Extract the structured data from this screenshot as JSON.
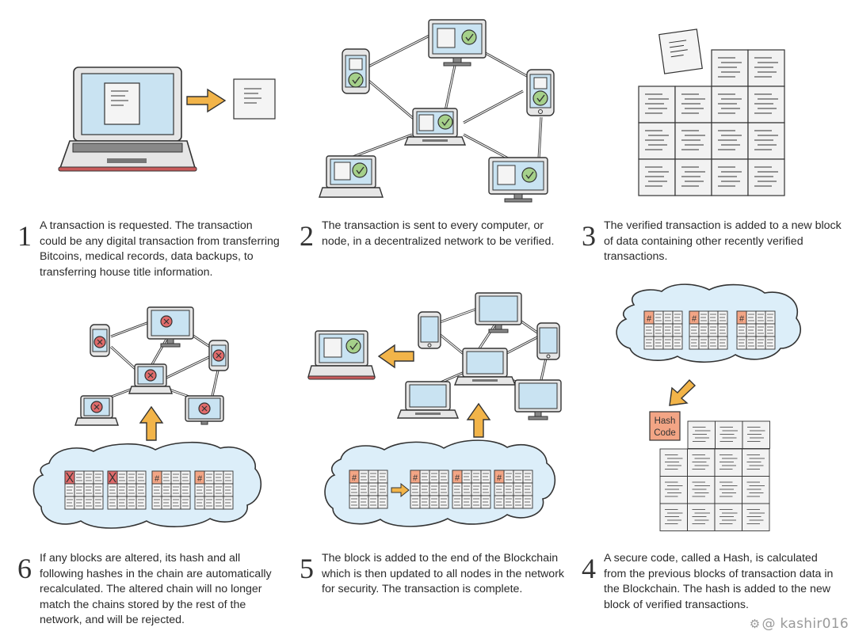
{
  "steps": [
    {
      "number": "1",
      "text": "A transaction is requested. The transaction could be any digital transaction from transferring Bitcoins, medical records, data backups, to transferring house title information."
    },
    {
      "number": "2",
      "text": "The transaction is sent to every computer, or node, in a decentralized network to be verified."
    },
    {
      "number": "3",
      "text": "The verified transaction is added to a new block of data containing other recently verified transactions."
    },
    {
      "number": "4",
      "text": "A secure code, called a Hash, is calculated from the previous blocks of transaction data in the Blockchain. The hash is added to the new block of verified transactions."
    },
    {
      "number": "5",
      "text": "The block is added to the end of the Blockchain which is then updated to all nodes in the network for security. The transaction is complete."
    },
    {
      "number": "6",
      "text": "If any blocks are altered, its hash and all following hashes in the chain are automatically recalculated. The altered chain will no longer match the chains stored by the rest of the network, and will be rejected."
    }
  ],
  "hash_label": {
    "line1": "Hash",
    "line2": "Code"
  },
  "hash_symbol": "#",
  "watermark": "@ kashir016",
  "colors": {
    "screen": "#c9e3f2",
    "cloud": "#dceef9",
    "arrow": "#f2b449",
    "check": "#a5d08a",
    "reject": "#e06b6b",
    "hash_box": "#f3a585",
    "laptop_body": "#e6e6e6",
    "laptop_base_edge": "#c85a5a",
    "outline": "#333333"
  }
}
